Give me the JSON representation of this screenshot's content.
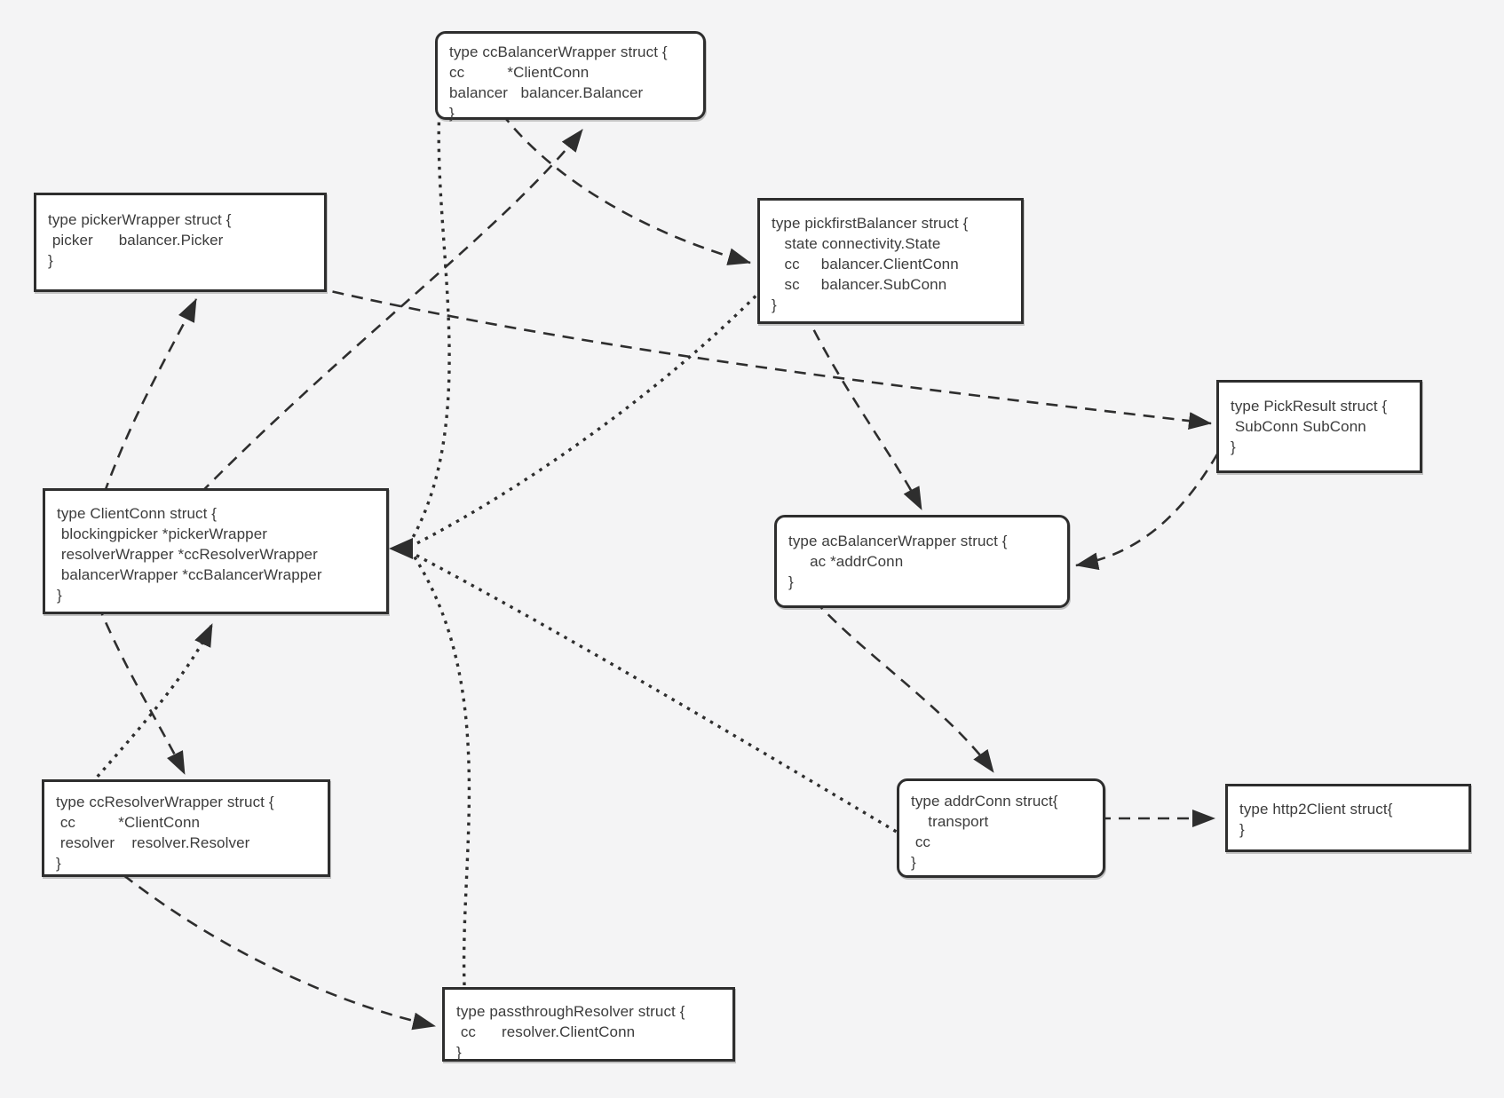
{
  "diagram": {
    "description_colors": {
      "background": "#f4f4f5",
      "box_fill": "#ffffff",
      "box_border": "#2e2e2e",
      "text": "#3c3c3c",
      "line": "#2e2e2e"
    }
  },
  "boxes": [
    {
      "id": "ccBalancerWrapper",
      "lines": [
        "type ccBalancerWrapper struct {",
        "cc          *ClientConn",
        "balancer   balancer.Balancer",
        "}"
      ]
    },
    {
      "id": "pickerWrapper",
      "lines": [
        "type pickerWrapper struct {",
        " picker      balancer.Picker",
        "}"
      ]
    },
    {
      "id": "pickfirstBalancer",
      "lines": [
        "type pickfirstBalancer struct {",
        "   state connectivity.State",
        "   cc     balancer.ClientConn",
        "   sc     balancer.SubConn",
        "}"
      ]
    },
    {
      "id": "PickResult",
      "lines": [
        "type PickResult struct {",
        " SubConn SubConn",
        "}"
      ]
    },
    {
      "id": "ClientConn",
      "lines": [
        "type ClientConn struct {",
        " blockingpicker *pickerWrapper",
        " resolverWrapper *ccResolverWrapper",
        " balancerWrapper *ccBalancerWrapper",
        "}"
      ]
    },
    {
      "id": "acBalancerWrapper",
      "lines": [
        "type acBalancerWrapper struct {",
        "     ac *addrConn",
        "}"
      ]
    },
    {
      "id": "ccResolverWrapper",
      "lines": [
        "type ccResolverWrapper struct {",
        " cc          *ClientConn",
        " resolver    resolver.Resolver",
        "}"
      ]
    },
    {
      "id": "addrConn",
      "lines": [
        "type addrConn struct{",
        "    transport",
        " cc",
        "}"
      ]
    },
    {
      "id": "http2Client",
      "lines": [
        "type http2Client struct{",
        "}"
      ]
    },
    {
      "id": "passthroughResolver",
      "lines": [
        "type passthroughResolver struct {",
        " cc      resolver.ClientConn",
        "}"
      ]
    }
  ],
  "edges": [
    {
      "from": "ccBalancerWrapper.balancer",
      "to": "pickfirstBalancer",
      "style": "dashed"
    },
    {
      "from": "ClientConn.balancerWrapper",
      "to": "ccBalancerWrapper",
      "style": "dashed"
    },
    {
      "from": "ClientConn.blockingpicker",
      "to": "pickerWrapper",
      "style": "dashed"
    },
    {
      "from": "pickerWrapper.picker",
      "to": "PickResult",
      "style": "dashed"
    },
    {
      "from": "pickfirstBalancer.sc",
      "to": "acBalancerWrapper",
      "style": "dashed"
    },
    {
      "from": "PickResult.SubConn",
      "to": "acBalancerWrapper",
      "style": "dashed"
    },
    {
      "from": "ClientConn.resolverWrapper",
      "to": "ccResolverWrapper",
      "style": "dashed"
    },
    {
      "from": "ccResolverWrapper.resolver",
      "to": "passthroughResolver",
      "style": "dashed"
    },
    {
      "from": "acBalancerWrapper.ac",
      "to": "addrConn",
      "style": "dashed"
    },
    {
      "from": "addrConn.transport",
      "to": "http2Client",
      "style": "dashed"
    },
    {
      "from": "ccBalancerWrapper.cc",
      "to": "ClientConn",
      "style": "dotted"
    },
    {
      "from": "pickfirstBalancer.cc",
      "to": "ClientConn",
      "style": "dotted"
    },
    {
      "from": "addrConn.cc",
      "to": "ClientConn",
      "style": "dotted"
    },
    {
      "from": "passthroughResolver.cc",
      "to": "ClientConn",
      "style": "dotted"
    },
    {
      "from": "ccResolverWrapper.cc",
      "to": "ClientConn",
      "style": "dotted"
    }
  ]
}
